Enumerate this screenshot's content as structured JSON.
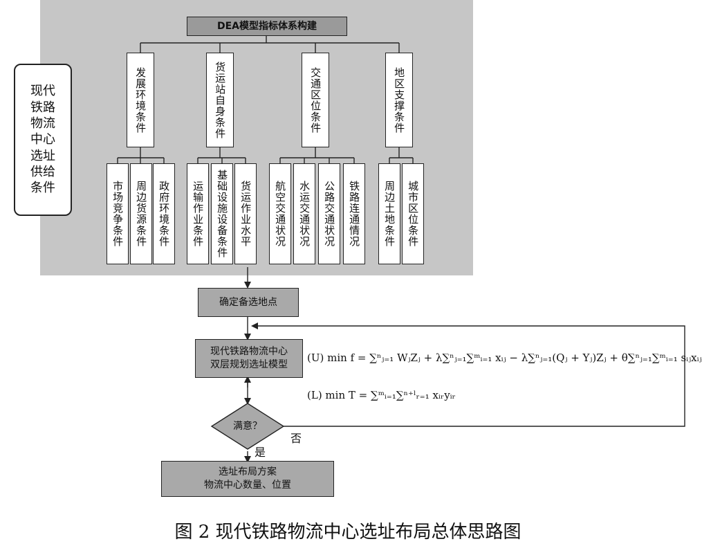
{
  "diagram": {
    "title": "DEA模型指标体系构建",
    "side_label": "现代铁路物流中心选址供给条件",
    "categories": [
      {
        "label": "发展环境条件",
        "subs": [
          "市场竞争条件",
          "周边货源条件",
          "政府环境条件"
        ]
      },
      {
        "label": "货运站自身条件",
        "subs": [
          "运输作业条件",
          "基础设施设备条件",
          "货运作业水平"
        ]
      },
      {
        "label": "交通区位条件",
        "subs": [
          "航空交通状况",
          "水运交通状况",
          "公路交通状况",
          "铁路连通情况"
        ]
      },
      {
        "label": "地区支撑条件",
        "subs": [
          "周边土地条件",
          "城市区位条件"
        ]
      }
    ],
    "step_candidates": "确定备选地点",
    "step_model_line1": "现代铁路物流中心",
    "step_model_line2": "双层规划选址模型",
    "decision": "满意？",
    "decision_no": "否",
    "decision_yes": "是",
    "result_line1": "选址布局方案",
    "result_line2": "物流中心数量、位置",
    "formula_upper": "(U) min f = ∑ⁿⱼ₌₁ WⱼZⱼ + λ∑ⁿⱼ₌₁∑ᵐᵢ₌₁ xᵢⱼ − λ∑ⁿⱼ₌₁(Qⱼ + Yⱼ)Zⱼ + θ∑ⁿⱼ₌₁∑ᵐᵢ₌₁ sᵢⱼxᵢⱼ",
    "formula_lower": "(L) min T = ∑ᵐᵢ₌₁∑ⁿ⁺ˡᵣ₌₁ xᵢᵣyᵢᵣ"
  },
  "caption": "图 2 现代铁路物流中心选址布局总体思路图"
}
